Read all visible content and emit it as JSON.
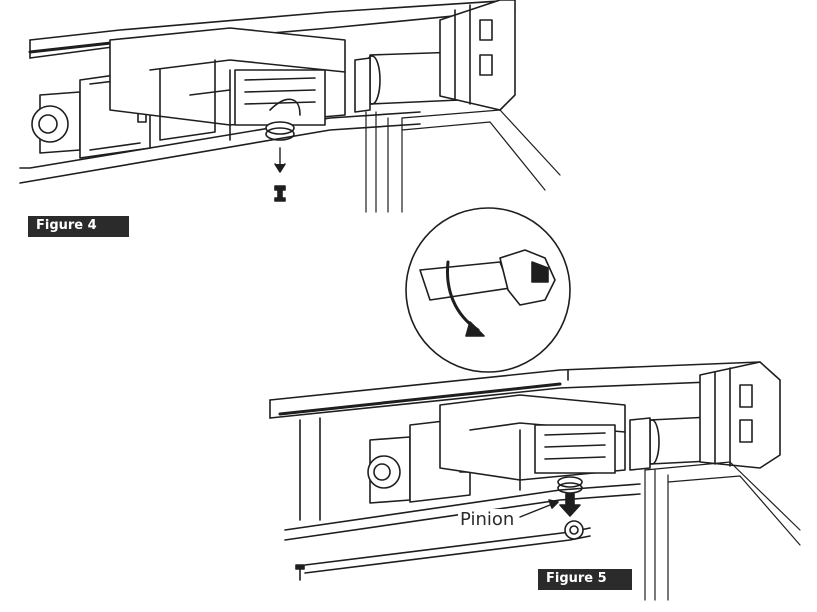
{
  "figures": {
    "figure4": {
      "label": "Figure 4"
    },
    "figure5": {
      "label": "Figure 5",
      "callout": "Pinion"
    }
  },
  "colors": {
    "ink": "#1e1e1e",
    "label_bg": "#2b2b2b",
    "label_text": "#ffffff"
  }
}
